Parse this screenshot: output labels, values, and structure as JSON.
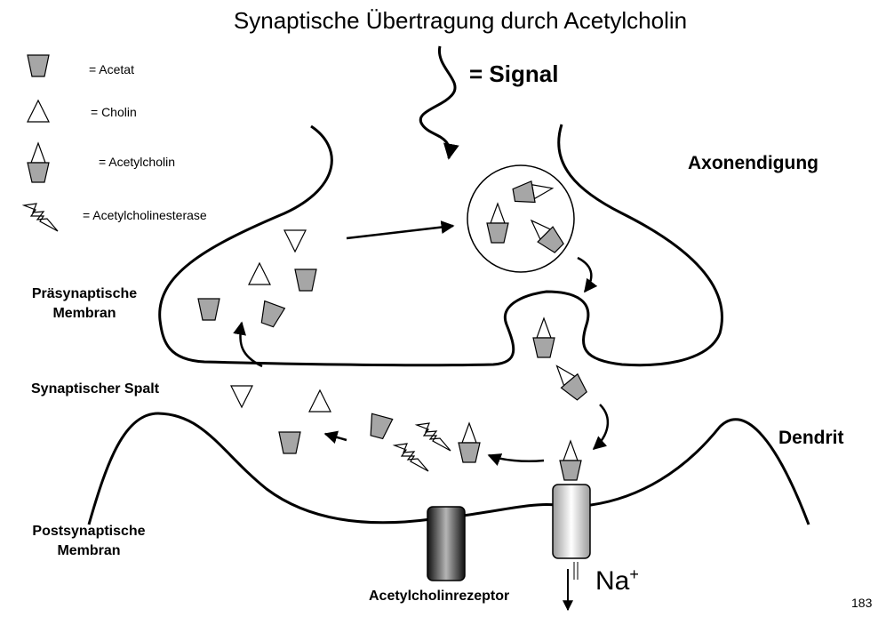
{
  "title": "Synaptische Übertragung durch Acetylcholin",
  "signal_label": "= Signal",
  "legend": {
    "acetat": "= Acetat",
    "cholin": "= Cholin",
    "acetylcholin": "= Acetylcholin",
    "esterase": "= Acetylcholinesterase"
  },
  "labels": {
    "axon": "Axonendigung",
    "dendrit": "Dendrit",
    "prae_1": "Präsynaptische",
    "prae_2": "Membran",
    "spalt": "Synaptischer Spalt",
    "post_1": "Postsynaptische",
    "post_2": "Membran",
    "receptor": "Acetylcholinrezeptor",
    "na": "Na",
    "na_sup": "+"
  },
  "page_number": "183",
  "colors": {
    "shape_fill": "#a6a6a6",
    "line": "#000000"
  }
}
